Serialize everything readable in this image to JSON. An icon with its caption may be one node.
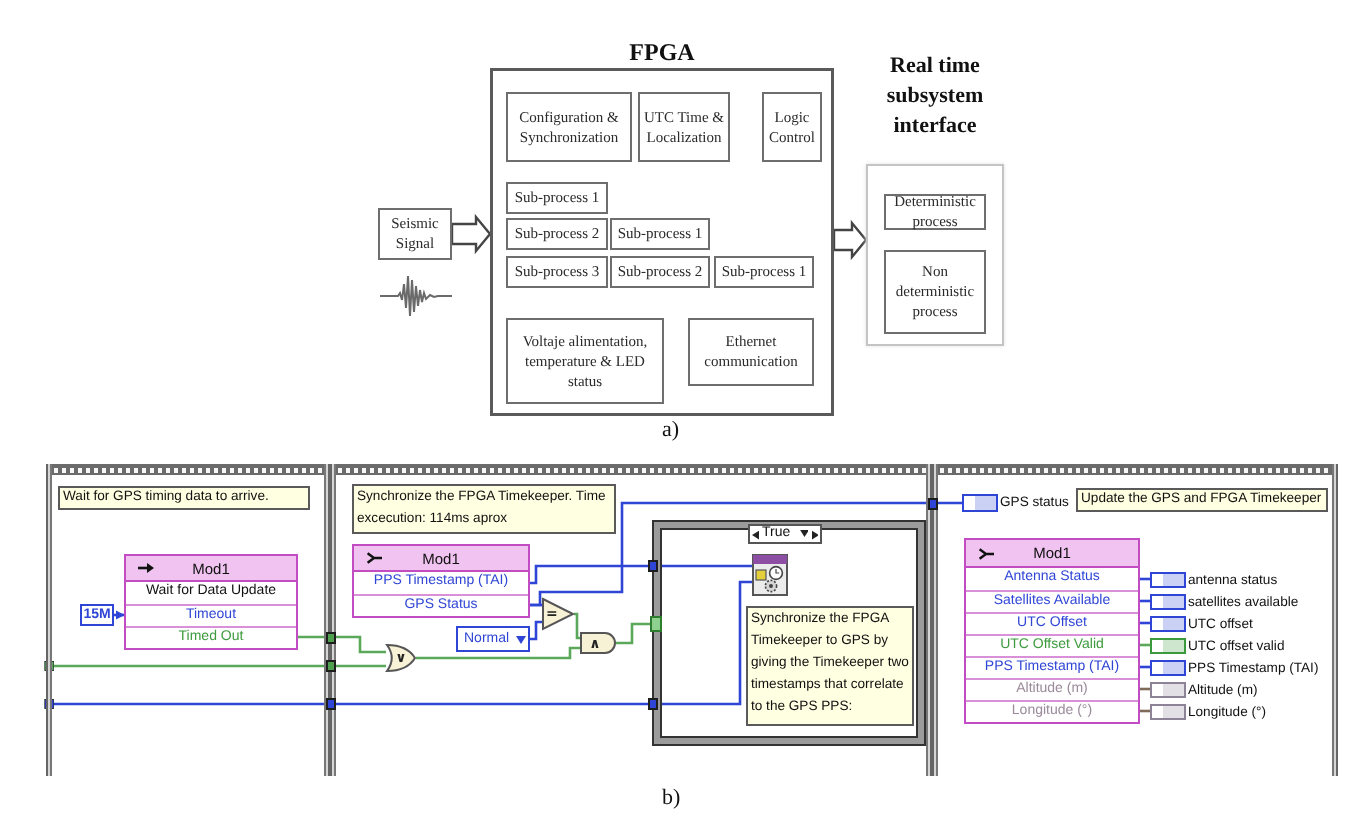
{
  "diagram": {
    "nodes": [
      {
        "text": [
          "FPGA"
        ]
      },
      {
        "text": [
          "Configuration & Synchronization"
        ],
        "in": 0
      },
      {
        "text": [
          "UTC Time & Localization"
        ],
        "in": 0
      },
      {
        "text": [
          "Logic Control"
        ],
        "in": 0
      },
      {
        "text": [
          "Sub-process 1"
        ],
        "in": 0
      },
      {
        "text": [
          "Sub-process 2"
        ],
        "in": 0
      },
      {
        "text": [
          "Sub-process 1"
        ],
        "in": 0
      },
      {
        "text": [
          "Sub-process 3"
        ],
        "in": 0
      },
      {
        "text": [
          "Sub-process 2"
        ],
        "in": 0
      },
      {
        "text": [
          "Sub-process 1"
        ],
        "in": 0
      },
      {
        "text": [
          "Voltaje alimentation, temperature & LED status"
        ],
        "in": 0
      },
      {
        "text": [
          "Ethernet communication"
        ],
        "in": 0
      },
      {
        "text": [
          "Seismic Signal"
        ]
      },
      {
        "text": [
          "Real time subsystem interface"
        ]
      },
      {
        "text": [
          "Deterministic process"
        ],
        "in": 13
      },
      {
        "text": [
          "Non deterministic process"
        ],
        "in": 13
      },
      {
        "text": [],
        "shape": "box"
      },
      {
        "text": [
          "Wait for GPS timing data to arrive."
        ],
        "in": 16
      },
      {
        "text": [
          "Mod1",
          "Wait for Data Update",
          "Timeout",
          "Timed Out"
        ],
        "in": 16
      },
      {
        "text": [
          "15M"
        ],
        "in": 16
      },
      {
        "text": [],
        "shape": "box"
      },
      {
        "text": [
          "Synchronize the FPGA Timekeeper. Time excecution: 114ms aprox"
        ],
        "in": 20
      },
      {
        "text": [
          "Mod1",
          "PPS Timestamp (TAI)",
          "GPS Status"
        ],
        "in": 20
      },
      {
        "text": [
          "Normal"
        ],
        "in": 20
      },
      {
        "text": [
          "="
        ],
        "in": 20
      },
      {
        "text": [
          "∨"
        ],
        "in": 20
      },
      {
        "text": [
          "∧"
        ],
        "in": 20
      },
      {
        "text": [
          "True"
        ],
        "in": 20
      },
      {
        "text": [],
        "shape": "picture",
        "in": 27
      },
      {
        "text": [
          "Synchronize the FPGA Timekeeper to GPS by giving the Timekeeper two timestamps that correlate to the GPS PPS:"
        ],
        "in": 27
      },
      {
        "text": [],
        "shape": "box"
      },
      {
        "text": [],
        "shape": "box",
        "beside": [
          "GPS status"
        ],
        "in": 30
      },
      {
        "text": [
          "Update the GPS and FPGA Timekeeper"
        ],
        "in": 30
      },
      {
        "text": [
          "Mod1",
          "Antenna Status",
          "Satellites Available",
          "UTC Offset",
          "UTC Offset Valid",
          "PPS Timestamp (TAI)",
          "Altitude (m)",
          "Longitude (°)"
        ],
        "in": 30
      },
      {
        "text": [],
        "shape": "box",
        "beside": [
          "antenna status"
        ],
        "in": 30
      },
      {
        "text": [],
        "shape": "box",
        "beside": [
          "satellites available"
        ],
        "in": 30
      },
      {
        "text": [],
        "shape": "box",
        "beside": [
          "UTC offset"
        ],
        "in": 30
      },
      {
        "text": [],
        "shape": "box",
        "beside": [
          "UTC offset valid"
        ],
        "in": 30
      },
      {
        "text": [],
        "shape": "box",
        "beside": [
          "PPS Timestamp (TAI)"
        ],
        "in": 30
      },
      {
        "text": [],
        "shape": "box",
        "beside": [
          "Altitude (m)"
        ],
        "in": 30
      },
      {
        "text": [],
        "shape": "box",
        "beside": [
          "Longitude (°)"
        ],
        "in": 30
      }
    ],
    "edges": [
      {
        "from": 12,
        "to": 0,
        "arrow": "to",
        "style": "thick",
        "color": "#444444"
      },
      {
        "from": 0,
        "to": 13,
        "arrow": "to",
        "style": "thick",
        "color": "#444444"
      },
      {
        "from": 19,
        "to": 18,
        "arrow": "to"
      },
      {
        "from": 18,
        "to": 25,
        "arrow": "none",
        "color": "#5aa85a"
      },
      {
        "from": 16,
        "to": 25,
        "arrow": "other",
        "color": "#5aa85a"
      },
      {
        "from": 16,
        "to": 28,
        "arrow": "other"
      },
      {
        "from": 22,
        "to": 28,
        "arrow": "none"
      },
      {
        "from": 22,
        "to": 24,
        "arrow": "none"
      },
      {
        "from": 22,
        "to": 31,
        "arrow": "none"
      },
      {
        "from": 23,
        "to": 24,
        "arrow": "none"
      },
      {
        "from": 24,
        "to": 26,
        "arrow": "none",
        "color": "#5aa85a"
      },
      {
        "from": 25,
        "to": 26,
        "arrow": "none",
        "color": "#5aa85a"
      },
      {
        "from": 26,
        "to": 27,
        "arrow": "none",
        "color": "#5aa85a"
      },
      {
        "from": 33,
        "to": 34,
        "arrow": "none"
      },
      {
        "from": 33,
        "to": 35,
        "arrow": "none"
      },
      {
        "from": 33,
        "to": 36,
        "arrow": "none"
      },
      {
        "from": 33,
        "to": 37,
        "arrow": "none",
        "color": "#5aa85a"
      },
      {
        "from": 33,
        "to": 38,
        "arrow": "none"
      },
      {
        "from": 33,
        "to": 39,
        "arrow": "none",
        "color": "#806a5a"
      },
      {
        "from": 33,
        "to": 40,
        "arrow": "none",
        "color": "#806a5a"
      }
    ],
    "labels": [
      "a)",
      "b)"
    ]
  }
}
